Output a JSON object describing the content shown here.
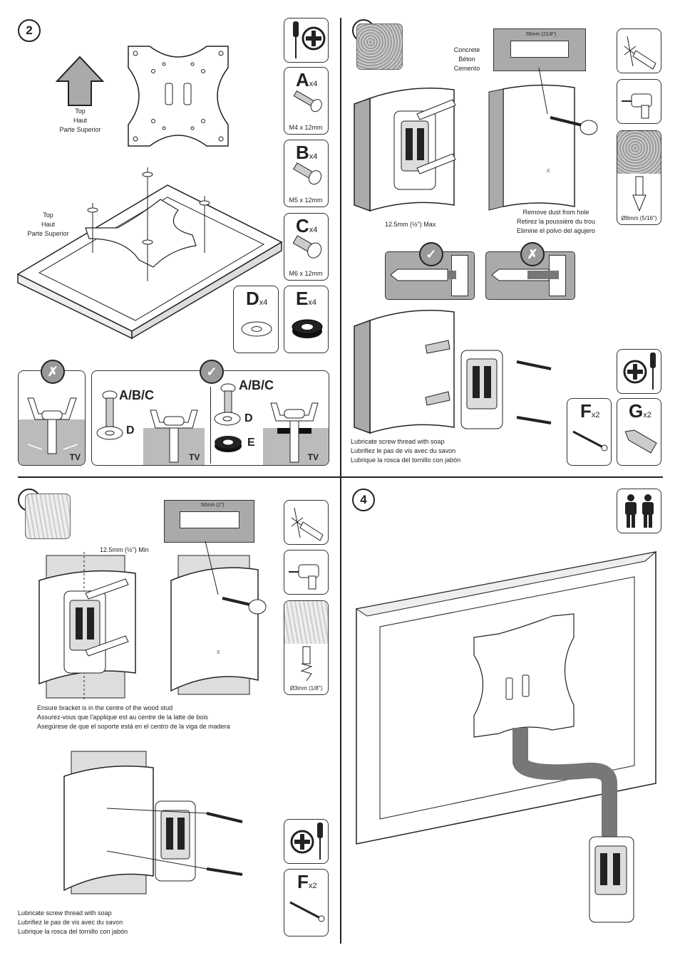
{
  "steps": {
    "s2": "2",
    "s3a": "3",
    "s3b": "3",
    "s4": "4"
  },
  "top_label": {
    "l1": "Top",
    "l2": "Haut",
    "l3": "Parte Superior"
  },
  "parts": {
    "A": {
      "letter": "A",
      "qty": "x4",
      "size": "M4 x 12mm"
    },
    "B": {
      "letter": "B",
      "qty": "x4",
      "size": "M5 x 12mm"
    },
    "C": {
      "letter": "C",
      "qty": "x4",
      "size": "M6 x 12mm"
    },
    "D": {
      "letter": "D",
      "qty": "x4"
    },
    "E": {
      "letter": "E",
      "qty": "x4"
    },
    "F": {
      "letter": "F",
      "qty": "x2"
    },
    "G": {
      "letter": "G",
      "qty": "x2"
    }
  },
  "screw_panel": {
    "abc": "A/B/C",
    "d": "D",
    "e": "E",
    "tv": "TV",
    "check": "✓",
    "cross": "✗"
  },
  "concrete": {
    "material": [
      "Concrete",
      "Béton",
      "Cemento"
    ],
    "depth": "55mm (2",
    "depth_sup": "1/8",
    "depth_end": "\")",
    "max_label": "12.5mm (½\") Max",
    "dust": [
      "Remove dust from hole",
      "Retirez la poussière du trou",
      "Elimine el polvo del agujero"
    ],
    "drill": "Ø8mm (5/16\")",
    "soap": [
      "Lubricate screw  thread with soap",
      "Lubrifiez le pas de vis avec du savon",
      "Lubrique la rosca del tornillo con jabón"
    ],
    "mark": "x"
  },
  "wood": {
    "depth": "50mm (2\")",
    "min_label": "12.5mm (½\") Min",
    "drill": "Ø3mm (1/8\")",
    "stud": [
      "Ensure bracket is in the centre of the wood stud",
      "Assurez-vous que l'applique est au centre de la latte de bois",
      "Asegúrese de que el soporte está en el centro de la viga de madera"
    ],
    "soap": [
      "Lubricate screw  thread with soap",
      "Lubrifiez le pas de vis avec du savon",
      "Lubrique la rosca del tornillo con jabón"
    ],
    "mark": "x"
  }
}
